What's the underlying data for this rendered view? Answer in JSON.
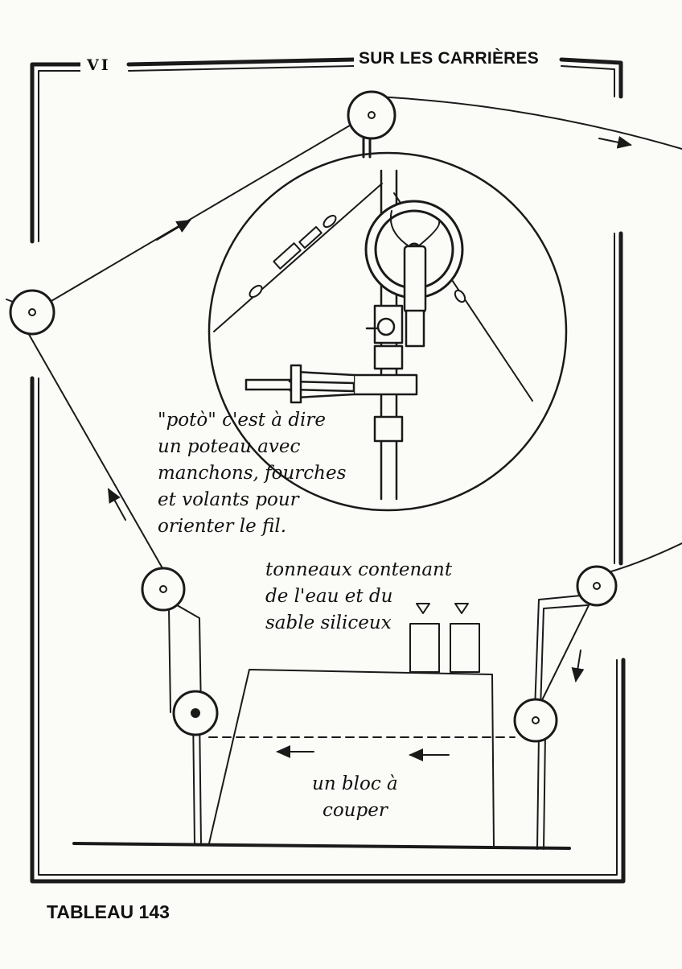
{
  "header": {
    "chapter_number": "VI",
    "section_title": "SUR LES CARRIÈRES"
  },
  "annotations": {
    "poto_note": "\"potò\" c'est à dire\nun poteau avec\nmanchons, fourches\net volants pour\norienter le fil.",
    "barrels_note": "tonneaux contenant\nde l'eau et du\nsable siliceux",
    "block_note": "un bloc à\ncouper"
  },
  "footer": {
    "plate_label": "TABLEAU 143"
  },
  "colors": {
    "ink": "#1a1a1a",
    "paper": "#fbfbf8"
  }
}
